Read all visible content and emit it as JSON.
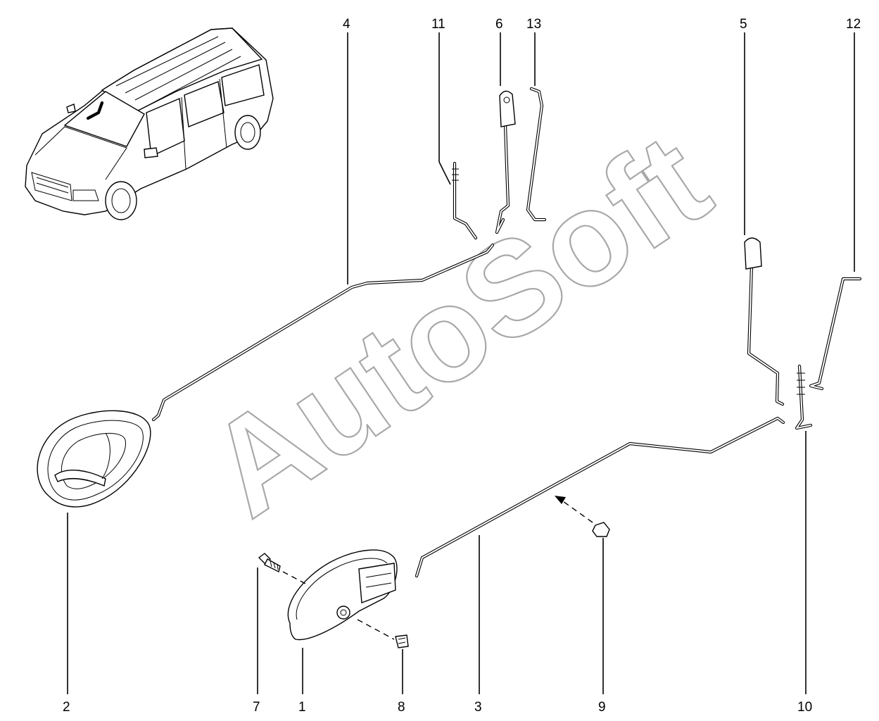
{
  "watermark": "AutoSoft",
  "labels": {
    "p1": "1",
    "p2": "2",
    "p3": "3",
    "p4": "4",
    "p5": "5",
    "p6": "6",
    "p7": "7",
    "p8": "8",
    "p9": "9",
    "p10": "10",
    "p11": "11",
    "p12": "12",
    "p13": "13"
  }
}
